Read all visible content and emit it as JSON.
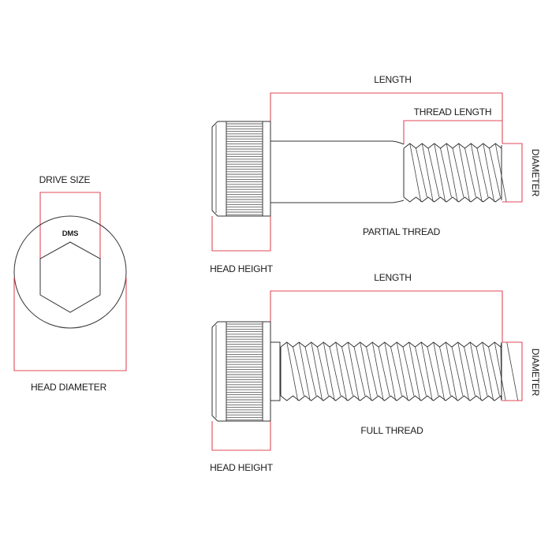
{
  "colors": {
    "dimension_line": "#e04a5a",
    "outline": "#333333",
    "background": "#ffffff",
    "text": "#1a1a1a"
  },
  "head_view": {
    "drive_size_label": "DRIVE SIZE",
    "drive_marking": "DMS",
    "head_diameter_label": "HEAD DIAMETER"
  },
  "partial_thread_bolt": {
    "length_label": "LENGTH",
    "thread_length_label": "THREAD LENGTH",
    "diameter_label": "DIAMETER",
    "type_label": "PARTIAL THREAD",
    "head_height_label": "HEAD HEIGHT"
  },
  "full_thread_bolt": {
    "length_label": "LENGTH",
    "diameter_label": "DIAMETER",
    "type_label": "FULL THREAD",
    "head_height_label": "HEAD HEIGHT"
  }
}
